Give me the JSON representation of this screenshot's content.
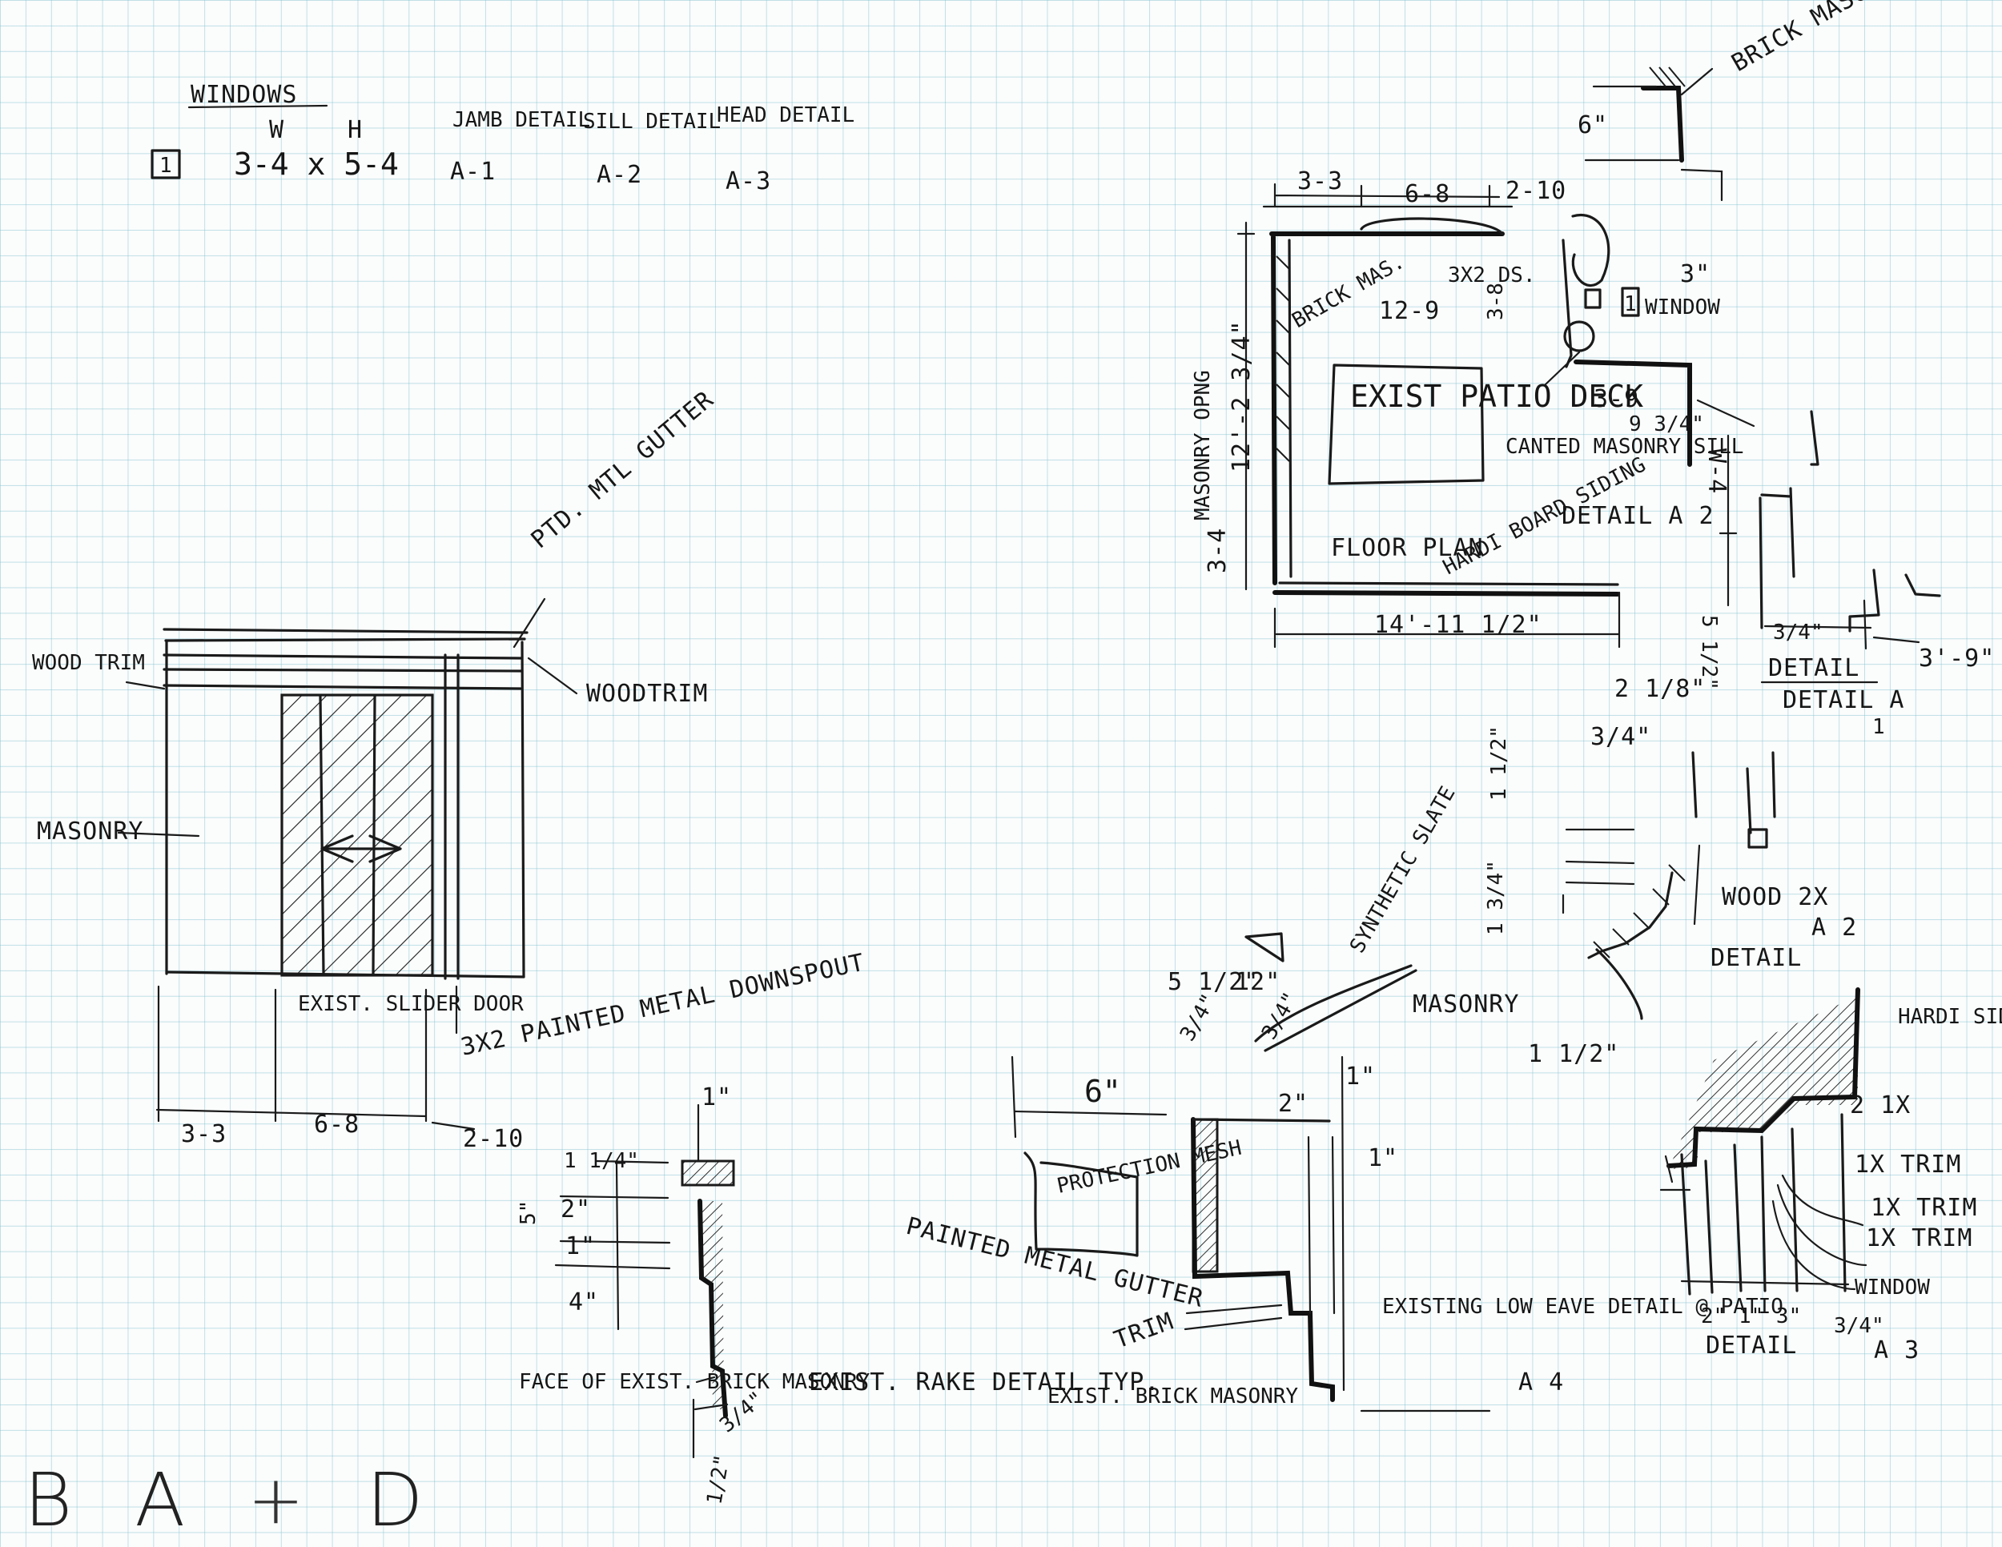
{
  "schedule": {
    "title": "WINDOWS",
    "col_w": "W",
    "col_h": "H",
    "col_jamb": "JAMB DETAIL",
    "col_sill": "SILL DETAIL",
    "col_head": "HEAD DETAIL",
    "row_tag": "1",
    "row_size": "3-4 x 5-4",
    "row_jamb": "A-1",
    "row_sill": "A-2",
    "row_head": "A-3"
  },
  "elevation": {
    "gutter": "PTD. MTL GUTTER",
    "wood_trim_left": "WOOD TRIM",
    "wood_trim_right": "WOODTRIM",
    "masonry": "MASONRY",
    "slider": "EXIST. SLIDER DOOR",
    "downspout": "3X2 PAINTED METAL DOWNSPOUT",
    "dim_1": "3-3",
    "dim_2": "6-8",
    "dim_3": "2-10"
  },
  "plan": {
    "brick_masonry": "BRICK MASONRY",
    "dim_6in": "6\"",
    "dim_top_1": "3-3",
    "dim_top_2": "6-8",
    "dim_top_3": "2-10",
    "dim_3in": "3\"",
    "slider_size": "3X2 DS.",
    "brick_mas": "BRICK MAS.",
    "width_12_9": "12-9",
    "dim_3_8": "3-8",
    "window_tag": "1",
    "window_label": "WINDOW",
    "masonry_opening": "MASONRY OPNG",
    "height_12": "12'-2 3/4\"",
    "patio": "EXIST PATIO DECK",
    "dim_3_9": "3-9",
    "dim_9_3_4": "9 3/4\"",
    "canted": "CANTED MASONRY SILL",
    "dim_w_4": "W-4",
    "dim_3_4": "3-4",
    "floor_plan": "FLOOR PLAN",
    "hardi": "HARDI BOARD SIDING",
    "detail_a2_ref": "DETAIL A 2",
    "bottom_dim": "14'-11 1/2\"",
    "dim_5_1_2": "5 1/2\""
  },
  "detail_a1": {
    "dim_3_4": "3/4\"",
    "dim_3_9": "3'-9\"",
    "label": "DETAIL",
    "title": "DETAIL A",
    "num": "1"
  },
  "detail_a2": {
    "dim_2_1_8": "2 1/8\"",
    "dim_3_4": "3/4\"",
    "dim_1_1_2": "1 1/2\"",
    "dim_1_3_4": "1 3/4\"",
    "wood": "WOOD 2X",
    "masonry": "MASONRY",
    "dim_1_9": "1 1/2\"",
    "label": "DETAIL",
    "ref": "A 2"
  },
  "detail_a3": {
    "hardi": "HARDI SIDI.",
    "trim_2x": "2 1X",
    "trim_1": "1X TRIM",
    "trim_2": "1X TRIM",
    "trim_3": "1X TRIM",
    "window": "WINDOW",
    "dims": "2\" 1\" 3\"",
    "dim_3_4": "3/4\"",
    "label": "DETAIL",
    "ref": "A 3"
  },
  "rake": {
    "dim_1": "1\"",
    "dim_1_1_4": "1 1/4\"",
    "dim_2": "2\"",
    "dim_5": "5\"",
    "dim_1b": "1\"",
    "dim_4": "4\"",
    "face": "FACE OF EXIST. BRICK MASONRY",
    "dim_3_4": "3/4\"",
    "dim_1_2": "1/2\"",
    "title": "EXIST. RAKE DETAIL TYP."
  },
  "eave": {
    "pitch_a": "5 1/2\"",
    "pitch_b": "12\"",
    "dim_3_4a": "3/4\"",
    "dim_3_4b": "3/4\"",
    "slate": "SYNTHETIC SLATE",
    "dim_6": "6\"",
    "dim_2": "2\"",
    "dim_1a": "1\"",
    "dim_1b": "1\"",
    "mesh": "PROTECTION MESH",
    "gutter": "PAINTED METAL GUTTER",
    "trim": "TRIM",
    "brick": "EXIST. BRICK MASONRY",
    "title": "EXISTING LOW EAVE DETAIL @ PATIO",
    "ref": "A 4"
  },
  "logo": {
    "b": "B",
    "a": "A",
    "plus": "+",
    "d": "D"
  }
}
